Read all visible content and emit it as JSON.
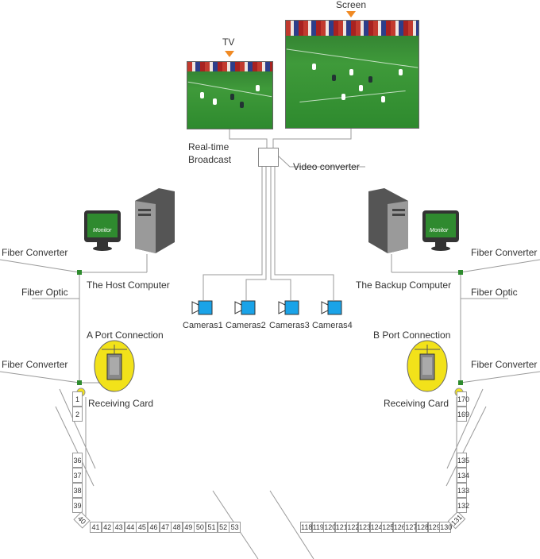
{
  "labels": {
    "screen": "Screen",
    "tv": "TV",
    "realtime": "Real-time\nBroadcast",
    "video_converter": "Video converter",
    "fiber_converter": "Fiber Converter",
    "fiber_optic": "Fiber Optic",
    "host_computer": "The Host Computer",
    "backup_computer": "The Backup Computer",
    "a_port": "A Port Connection",
    "b_port": "B Port Connection",
    "receiving_card": "Receiving Card",
    "monitor": "Monitor"
  },
  "cameras": [
    "Cameras1",
    "Cameras2",
    "Cameras3",
    "Cameras4"
  ],
  "numbers": {
    "left_top": [
      "1",
      "2"
    ],
    "left_col": [
      "36",
      "37",
      "38",
      "39"
    ],
    "corner_left": "40",
    "bottom_left": [
      "41",
      "42",
      "43",
      "44",
      "45",
      "46",
      "47",
      "48",
      "49",
      "50",
      "51",
      "52",
      "53"
    ],
    "bottom_right": [
      "118",
      "119",
      "120",
      "121",
      "122",
      "123",
      "124",
      "125",
      "126",
      "127",
      "128",
      "129",
      "130"
    ],
    "corner_right": "131",
    "right_col": [
      "135",
      "134",
      "133",
      "132"
    ],
    "right_top": [
      "170",
      "169"
    ]
  },
  "colors": {
    "arrow": "#f08a24",
    "camera": "#1aa3e8",
    "converter": "#2e8b2e",
    "card": "#f2e21a",
    "line": "#9a9a9a"
  }
}
